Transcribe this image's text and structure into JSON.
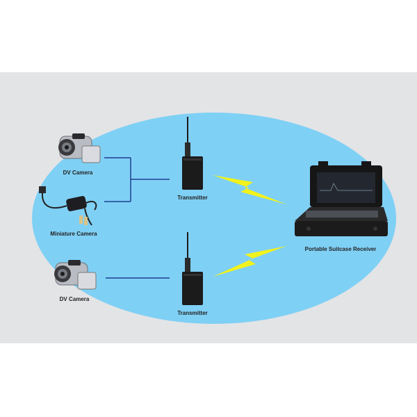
{
  "labels": {
    "dv_camera_top": "DV Camera",
    "miniature_camera": "Miniature Camera",
    "dv_camera_bottom": "DV Camera",
    "transmitter_top": "Transmitter",
    "transmitter_bottom": "Transmitter",
    "receiver": "Portable Suitcase Receiver"
  },
  "colors": {
    "background_band": "#e3e4e6",
    "ellipse": "#7fd0f5",
    "connector_line": "#1f3f8f",
    "signal_bolt": "#f2f21c",
    "device_dark": "#1b1b1b",
    "camera_silver": "#b9bcc2"
  },
  "icons": [
    "dv-camera-icon",
    "miniature-camera-icon",
    "transmitter-icon",
    "signal-bolt-icon",
    "suitcase-receiver-icon"
  ]
}
